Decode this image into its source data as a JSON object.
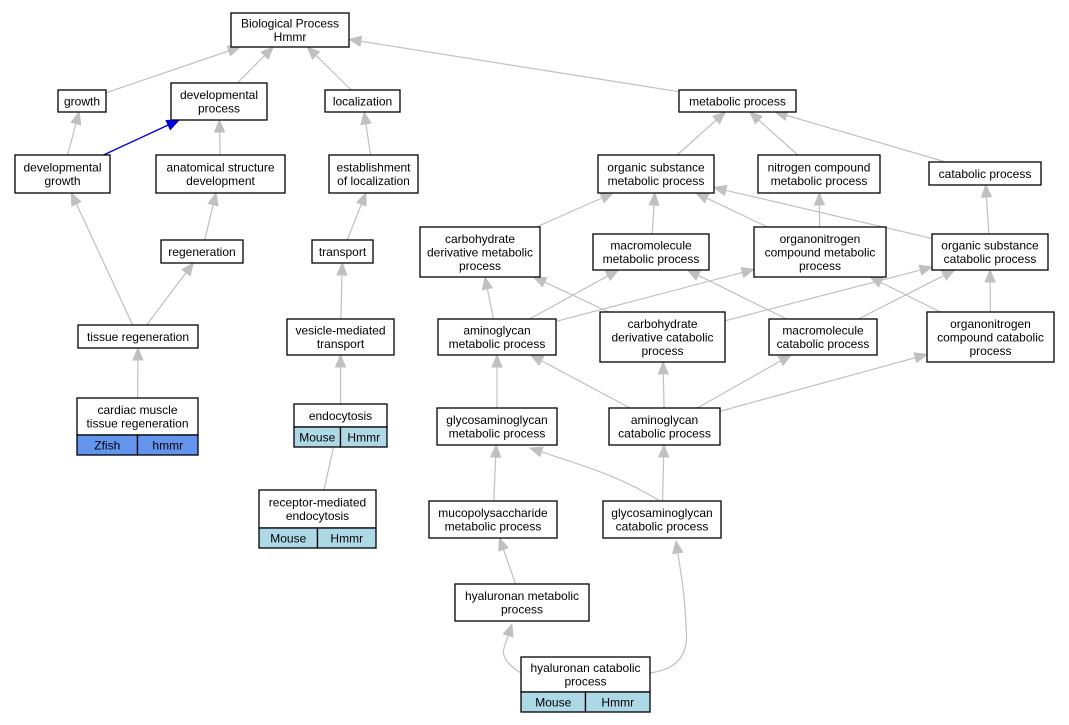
{
  "colors": {
    "edge": "#c0c0c0",
    "highlight_edge": "#0000ee",
    "zfish": "#6495ed",
    "mouse": "#add8e6",
    "node_border": "#000000",
    "node_fill": "#ffffff"
  },
  "nodes": {
    "root": {
      "lines": [
        "Biological Process",
        "Hmmr"
      ]
    },
    "growth": {
      "lines": [
        "growth"
      ]
    },
    "devproc": {
      "lines": [
        "developmental",
        "process"
      ]
    },
    "local": {
      "lines": [
        "localization"
      ]
    },
    "metab": {
      "lines": [
        "metabolic process"
      ]
    },
    "devgrow": {
      "lines": [
        "developmental",
        "growth"
      ]
    },
    "anat": {
      "lines": [
        "anatomical structure",
        "development"
      ]
    },
    "estab": {
      "lines": [
        "establishment",
        "of localization"
      ]
    },
    "osmp": {
      "lines": [
        "organic substance",
        "metabolic process"
      ]
    },
    "ncmp": {
      "lines": [
        "nitrogen compound",
        "metabolic process"
      ]
    },
    "catab": {
      "lines": [
        "catabolic process"
      ]
    },
    "regen": {
      "lines": [
        "regeneration"
      ]
    },
    "transp": {
      "lines": [
        "transport"
      ]
    },
    "cdmp": {
      "lines": [
        "carbohydrate",
        "derivative metabolic",
        "process"
      ]
    },
    "mmp": {
      "lines": [
        "macromolecule",
        "metabolic process"
      ]
    },
    "oncmp": {
      "lines": [
        "organonitrogen",
        "compound metabolic",
        "process"
      ]
    },
    "oscp": {
      "lines": [
        "organic substance",
        "catabolic process"
      ]
    },
    "tissreg": {
      "lines": [
        "tissue regeneration"
      ]
    },
    "vesicle": {
      "lines": [
        "vesicle-mediated",
        "transport"
      ]
    },
    "amp": {
      "lines": [
        "aminoglycan",
        "metabolic process"
      ]
    },
    "cdcp": {
      "lines": [
        "carbohydrate",
        "derivative catabolic",
        "process"
      ]
    },
    "mcp": {
      "lines": [
        "macromolecule",
        "catabolic process"
      ]
    },
    "onccp": {
      "lines": [
        "organonitrogen",
        "compound catabolic",
        "process"
      ]
    },
    "cardiac": {
      "lines": [
        "cardiac muscle",
        "tissue regeneration"
      ],
      "annotations": [
        {
          "label": "Zfish",
          "color": "zfish"
        },
        {
          "label": "hmmr",
          "color": "zfish"
        }
      ]
    },
    "endo": {
      "lines": [
        "endocytosis"
      ],
      "annotations": [
        {
          "label": "Mouse",
          "color": "mouse"
        },
        {
          "label": "Hmmr",
          "color": "mouse"
        }
      ]
    },
    "gmp": {
      "lines": [
        "glycosaminoglycan",
        "metabolic process"
      ]
    },
    "acp": {
      "lines": [
        "aminoglycan",
        "catabolic process"
      ]
    },
    "rme": {
      "lines": [
        "receptor-mediated",
        "endocytosis"
      ],
      "annotations": [
        {
          "label": "Mouse",
          "color": "mouse"
        },
        {
          "label": "Hmmr",
          "color": "mouse"
        }
      ]
    },
    "mucop": {
      "lines": [
        "mucopolysaccharide",
        "metabolic process"
      ]
    },
    "gcp": {
      "lines": [
        "glycosaminoglycan",
        "catabolic process"
      ]
    },
    "hmp": {
      "lines": [
        "hyaluronan metabolic",
        "process"
      ]
    },
    "hcp": {
      "lines": [
        "hyaluronan catabolic",
        "process"
      ],
      "annotations": [
        {
          "label": "Mouse",
          "color": "mouse"
        },
        {
          "label": "Hmmr",
          "color": "mouse"
        }
      ]
    }
  },
  "edges": [
    {
      "from": "growth",
      "to": "root"
    },
    {
      "from": "devproc",
      "to": "root"
    },
    {
      "from": "local",
      "to": "root"
    },
    {
      "from": "metab",
      "to": "root"
    },
    {
      "from": "devgrow",
      "to": "growth"
    },
    {
      "from": "devgrow",
      "to": "devproc",
      "highlight": true
    },
    {
      "from": "anat",
      "to": "devproc"
    },
    {
      "from": "estab",
      "to": "local"
    },
    {
      "from": "osmp",
      "to": "metab"
    },
    {
      "from": "ncmp",
      "to": "metab"
    },
    {
      "from": "catab",
      "to": "metab"
    },
    {
      "from": "regen",
      "to": "anat"
    },
    {
      "from": "transp",
      "to": "estab"
    },
    {
      "from": "cdmp",
      "to": "osmp"
    },
    {
      "from": "mmp",
      "to": "osmp"
    },
    {
      "from": "oncmp",
      "to": "osmp"
    },
    {
      "from": "oncmp",
      "to": "ncmp"
    },
    {
      "from": "oscp",
      "to": "osmp"
    },
    {
      "from": "oscp",
      "to": "catab"
    },
    {
      "from": "tissreg",
      "to": "devgrow"
    },
    {
      "from": "tissreg",
      "to": "regen"
    },
    {
      "from": "vesicle",
      "to": "transp"
    },
    {
      "from": "amp",
      "to": "cdmp"
    },
    {
      "from": "amp",
      "to": "mmp"
    },
    {
      "from": "amp",
      "to": "oncmp"
    },
    {
      "from": "cdcp",
      "to": "cdmp"
    },
    {
      "from": "cdcp",
      "to": "oscp"
    },
    {
      "from": "mcp",
      "to": "mmp"
    },
    {
      "from": "mcp",
      "to": "oscp"
    },
    {
      "from": "onccp",
      "to": "oncmp"
    },
    {
      "from": "onccp",
      "to": "oscp"
    },
    {
      "from": "cardiac",
      "to": "tissreg"
    },
    {
      "from": "endo",
      "to": "vesicle"
    },
    {
      "from": "gmp",
      "to": "amp"
    },
    {
      "from": "acp",
      "to": "amp"
    },
    {
      "from": "acp",
      "to": "cdcp"
    },
    {
      "from": "acp",
      "to": "mcp"
    },
    {
      "from": "acp",
      "to": "onccp"
    },
    {
      "from": "rme",
      "to": "endo"
    },
    {
      "from": "mucop",
      "to": "gmp"
    },
    {
      "from": "gcp",
      "to": "gmp"
    },
    {
      "from": "gcp",
      "to": "acp"
    },
    {
      "from": "hmp",
      "to": "mucop"
    },
    {
      "from": "hcp",
      "to": "hmp"
    },
    {
      "from": "hcp",
      "to": "gcp"
    }
  ]
}
